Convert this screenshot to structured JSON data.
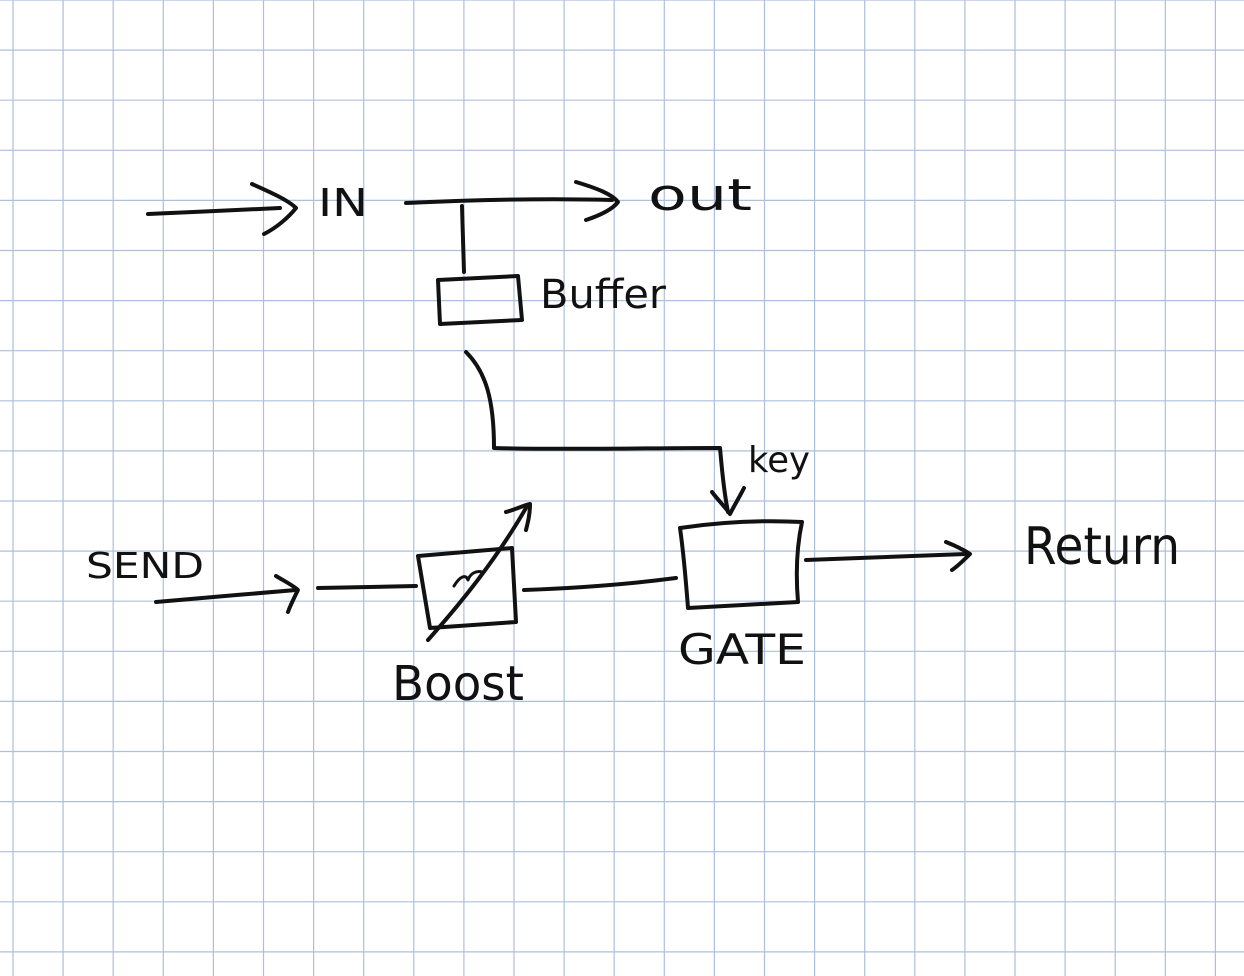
{
  "colors": {
    "paper": "#ffffff",
    "grid": "#aebfdc",
    "ink": "#111111"
  },
  "labels": {
    "in": "IN",
    "out": "out",
    "buffer": "Buffer",
    "key": "key",
    "send": "SEND",
    "boost": "Boost",
    "gate": "GATE",
    "return": "Return"
  }
}
